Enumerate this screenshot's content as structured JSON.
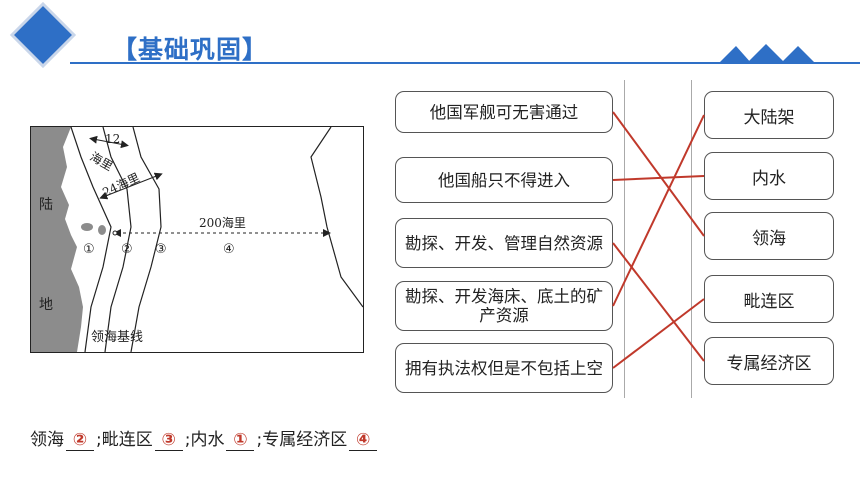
{
  "header": {
    "title": "【基础巩固】"
  },
  "map": {
    "labels": {
      "land_1": "陆",
      "land_2": "地",
      "nm12_num": "12",
      "nm12_unit": "海里",
      "nm24": "24海里",
      "nm200": "200海里",
      "zone1": "①",
      "zone2": "②",
      "zone3": "③",
      "zone4": "④",
      "baseline": "领海基线"
    }
  },
  "left_items": [
    {
      "text": "他国军舰可无害通过"
    },
    {
      "text": "他国船只不得进入"
    },
    {
      "text": "勘探、开发、管理自然资源"
    },
    {
      "text": "勘探、开发海床、底土的矿产资源"
    },
    {
      "text": "拥有执法权但是不包括上空"
    }
  ],
  "right_items": [
    {
      "text": "大陆架"
    },
    {
      "text": "内水"
    },
    {
      "text": "领海"
    },
    {
      "text": "毗连区"
    },
    {
      "text": "专属经济区"
    }
  ],
  "answer": {
    "items": [
      {
        "label": "领海",
        "value": "②",
        "sep": ";"
      },
      {
        "label": "毗连区",
        "value": "③",
        "sep": ";"
      },
      {
        "label": "内水",
        "value": "①",
        "sep": ";"
      },
      {
        "label": "专属经济区",
        "value": "④",
        "sep": ""
      }
    ]
  },
  "colors": {
    "accent": "#2e6fc6",
    "link_line": "#c0392b",
    "answer": "#c0392b"
  }
}
